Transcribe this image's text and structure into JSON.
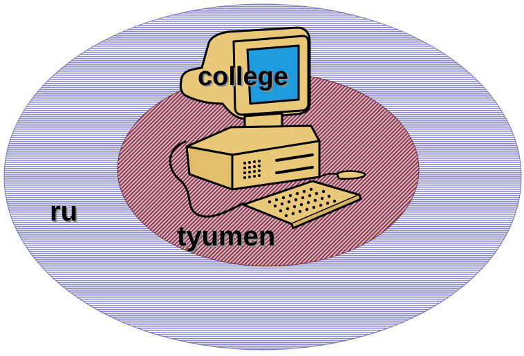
{
  "labels": {
    "outer": "ru",
    "middle": "tyumen",
    "inner": "college"
  },
  "icons": {
    "computer": "desktop-computer-icon"
  },
  "colors": {
    "outer_fill": "#9c9cd8",
    "middle_fill": "#b27a8c",
    "monitor_body": "#e9c979",
    "screen": "#1f9be0",
    "outline": "#000000"
  }
}
